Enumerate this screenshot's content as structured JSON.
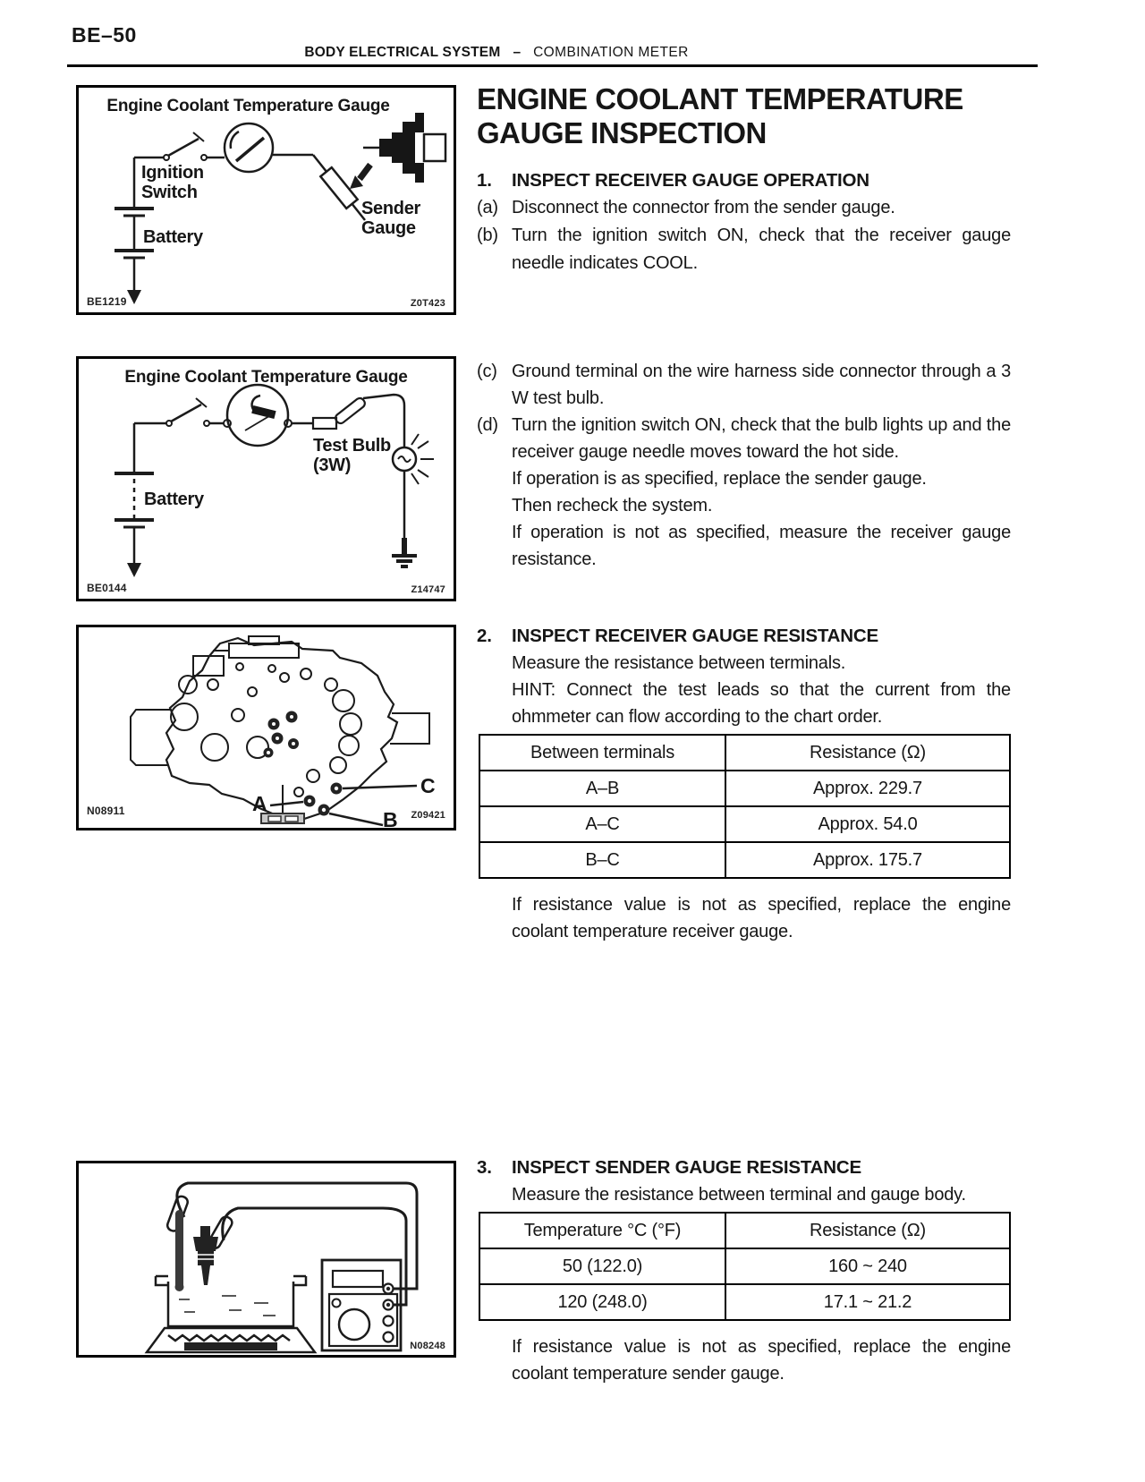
{
  "header": {
    "page_number": "BE–50",
    "section": "BODY ELECTRICAL SYSTEM",
    "dash": "–",
    "subsection": "COMBINATION METER"
  },
  "title": {
    "line1": "ENGINE COOLANT TEMPERATURE",
    "line2": "GAUGE INSPECTION"
  },
  "section1": {
    "number": "1.",
    "heading": "INSPECT RECEIVER GAUGE OPERATION",
    "item_a_label": "(a)",
    "item_a": "Disconnect the connector from the sender gauge.",
    "item_b_label": "(b)",
    "item_b": "Turn the ignition switch ON, check that the receiver gauge needle indicates COOL.",
    "item_c_label": "(c)",
    "item_c": "Ground terminal on the wire harness side connector through a 3 W test bulb.",
    "item_d_label": "(d)",
    "item_d": "Turn the ignition switch ON, check that the bulb lights up and the receiver gauge needle moves toward the hot side.",
    "note1": "If operation is as specified, replace the sender gauge.",
    "note2": "Then recheck the system.",
    "note3": "If operation is not as specified, measure the receiver gauge resistance."
  },
  "section2": {
    "number": "2.",
    "heading": "INSPECT RECEIVER GAUGE RESISTANCE",
    "line1": "Measure the resistance between terminals.",
    "line2": "HINT: Connect the test leads so that the current from the ohmmeter can flow according to the chart order.",
    "table": {
      "col1": "Between terminals",
      "col2": "Resistance (Ω)",
      "rows": [
        [
          "A–B",
          "Approx. 229.7"
        ],
        [
          "A–C",
          "Approx. 54.0"
        ],
        [
          "B–C",
          "Approx. 175.7"
        ]
      ]
    },
    "after": "If resistance value is not as specified, replace the engine coolant temperature receiver gauge."
  },
  "section3": {
    "number": "3.",
    "heading": "INSPECT SENDER GAUGE RESISTANCE",
    "line1": "Measure the resistance between terminal and gauge body.",
    "table": {
      "col1": "Temperature °C (°F)",
      "col2": "Resistance (Ω)",
      "rows": [
        [
          "50 (122.0)",
          "160 ~ 240"
        ],
        [
          "120 (248.0)",
          "17.1 ~ 21.2"
        ]
      ]
    },
    "after": "If resistance value is not as specified, replace the engine coolant temperature sender gauge."
  },
  "figure1": {
    "title": "Engine Coolant Temperature Gauge",
    "label_ignition_1": "Ignition",
    "label_ignition_2": "Switch",
    "label_battery": "Battery",
    "label_sender_1": "Sender",
    "label_sender_2": "Gauge",
    "code_left": "BE1219",
    "code_right": "Z0T423"
  },
  "figure2": {
    "title": "Engine Coolant Temperature Gauge",
    "label_battery": "Battery",
    "label_bulb_1": "Test Bulb",
    "label_bulb_2": "(3W)",
    "code_left": "BE0144",
    "code_right": "Z14747"
  },
  "figure3": {
    "label_a": "A",
    "label_b": "B",
    "label_c": "C",
    "code_left": "N08911",
    "code_right": "Z09421"
  },
  "figure4": {
    "code_right": "N08248"
  }
}
